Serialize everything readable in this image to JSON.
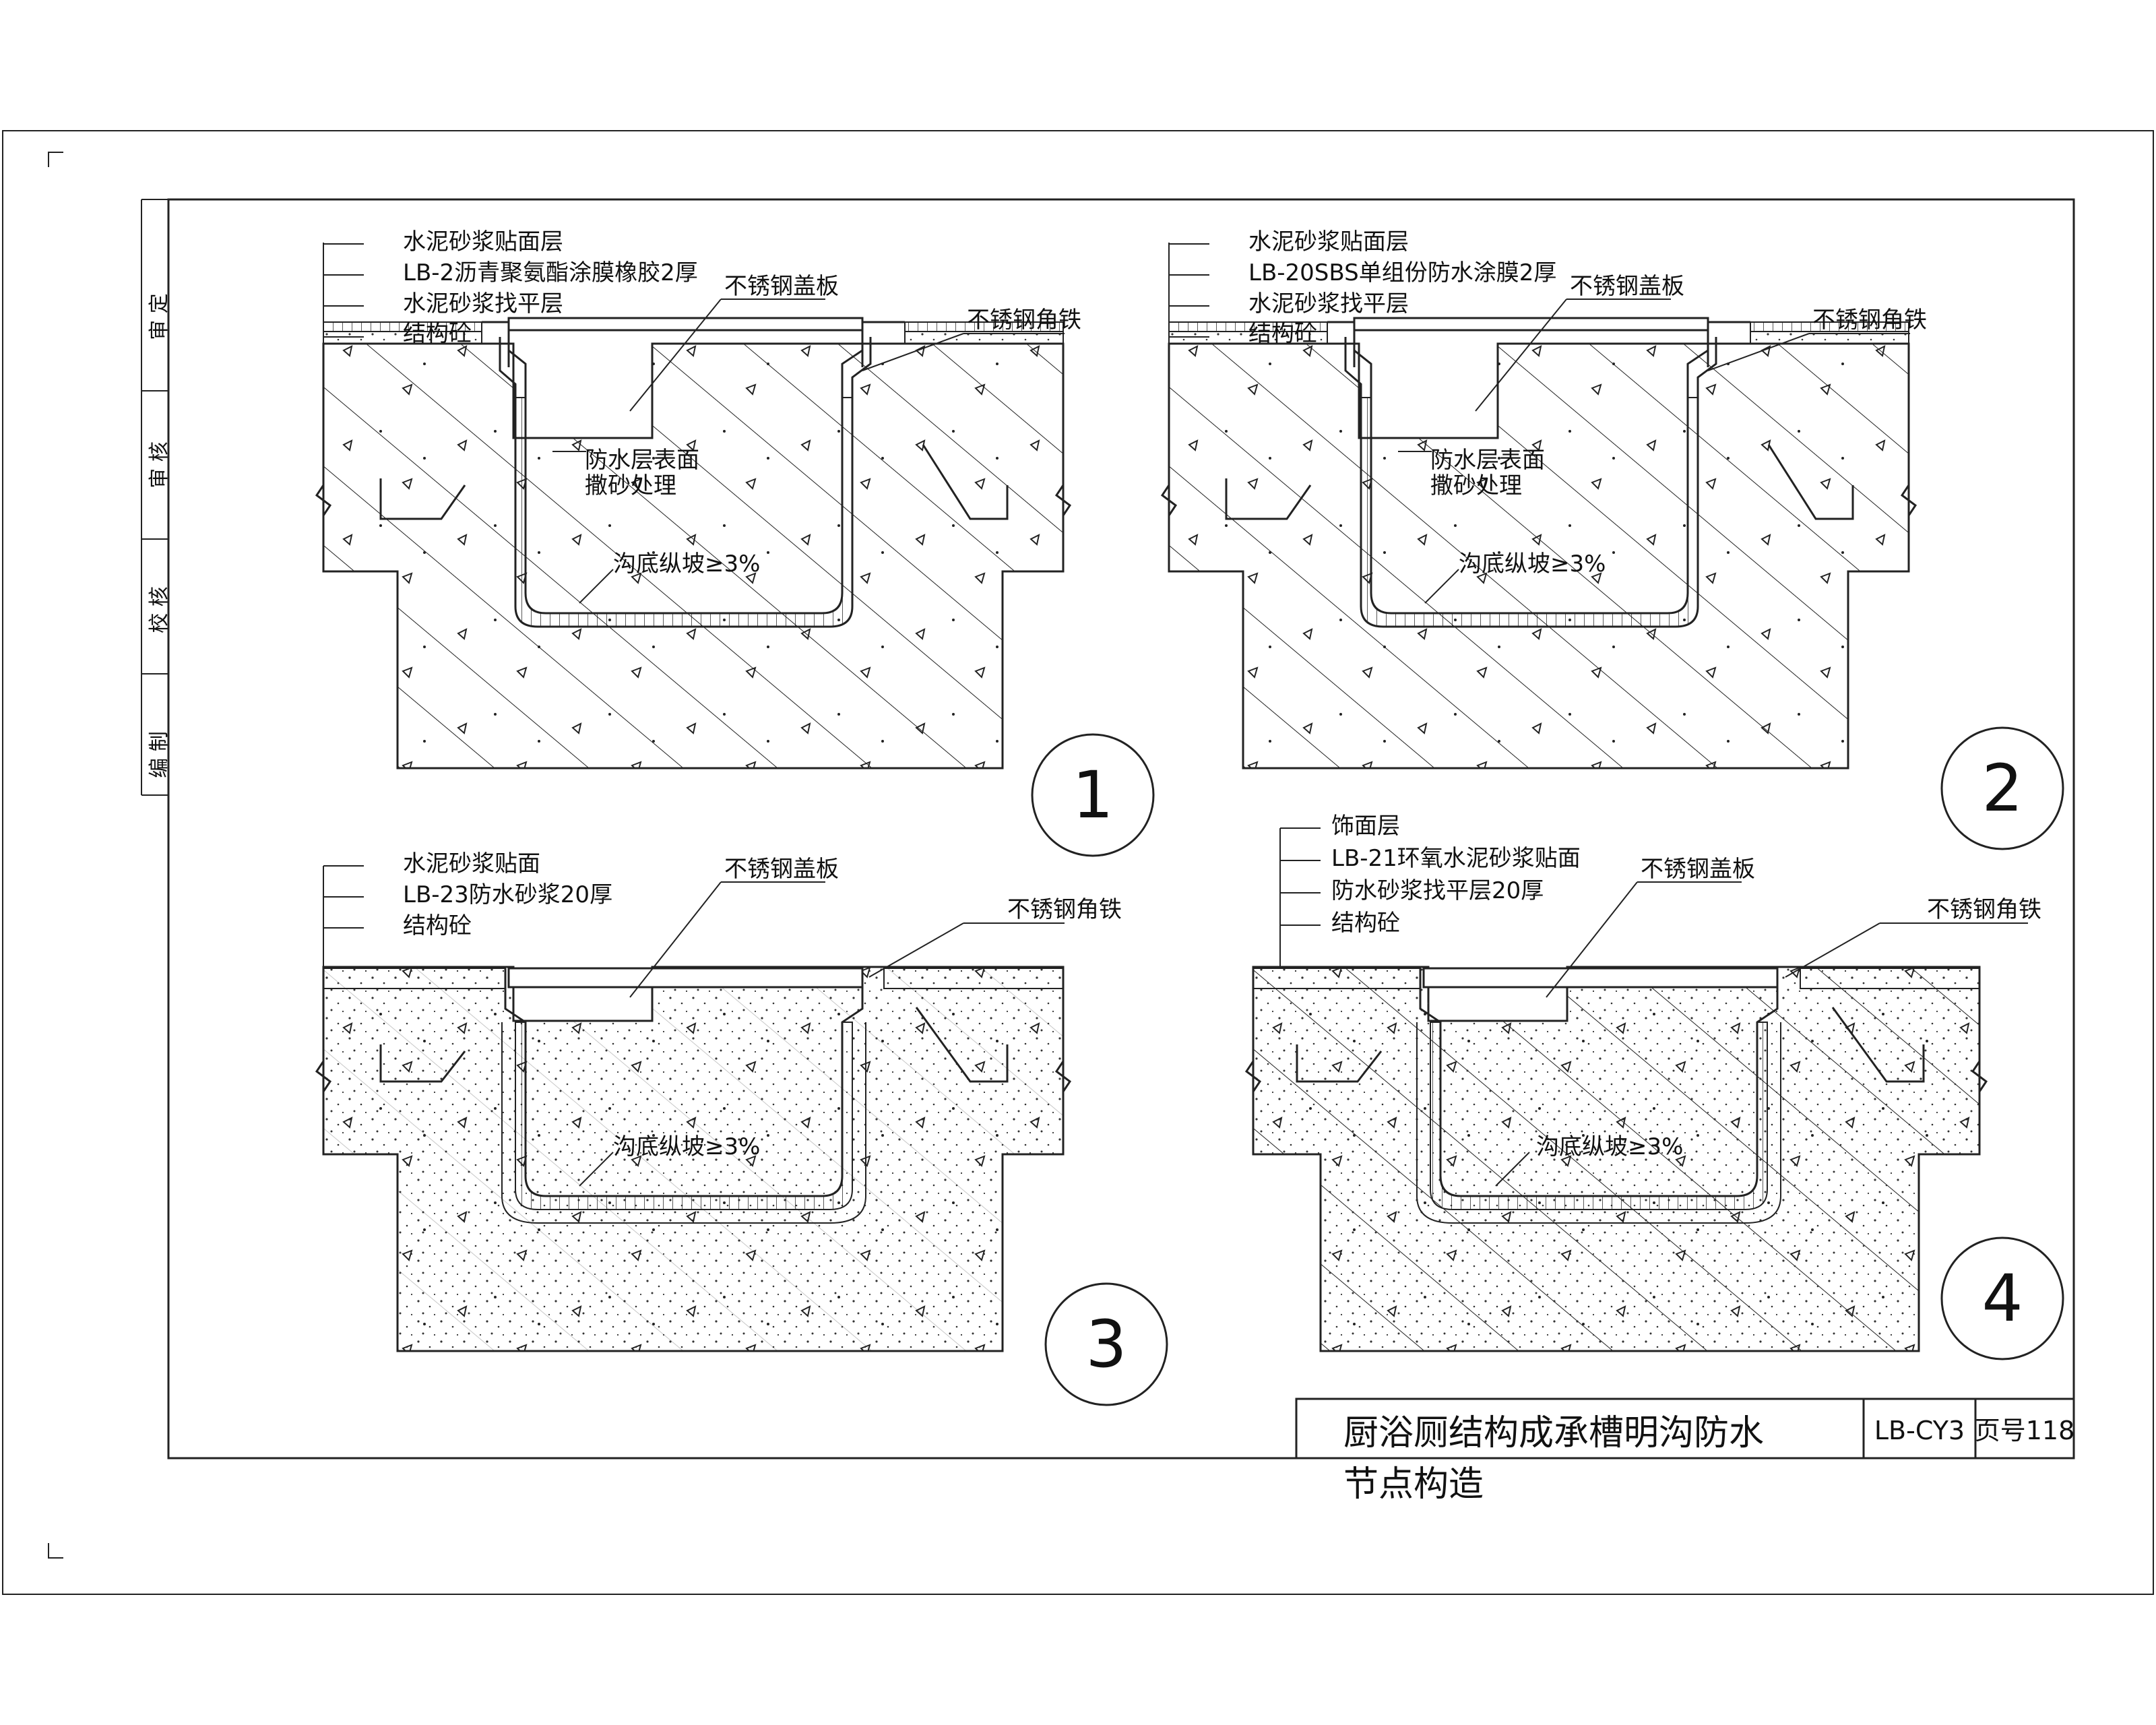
{
  "sidebar": {
    "approve": "审 定",
    "review": "审 核",
    "check": "校 核",
    "draft": "编 制"
  },
  "details": [
    {
      "number": "1",
      "layers": [
        "水泥砂浆贴面层",
        "LB-2沥青聚氨酯涂膜橡胶2厚",
        "水泥砂浆找平层",
        "结构砼"
      ],
      "cover": "不锈钢盖板",
      "angle": "不锈钢角铁",
      "sand": [
        "防水层表面",
        "撒砂处理"
      ],
      "slope": "沟底纵坡≥3%"
    },
    {
      "number": "2",
      "layers": [
        "水泥砂浆贴面层",
        "LB-20SBS单组份防水涂膜2厚",
        "水泥砂浆找平层",
        "结构砼"
      ],
      "cover": "不锈钢盖板",
      "angle": "不锈钢角铁",
      "sand": [
        "防水层表面",
        "撒砂处理"
      ],
      "slope": "沟底纵坡≥3%"
    },
    {
      "number": "3",
      "layers": [
        "水泥砂浆贴面",
        "LB-23防水砂浆20厚",
        "结构砼"
      ],
      "cover": "不锈钢盖板",
      "angle": "不锈钢角铁",
      "slope": "沟底纵坡≥3%"
    },
    {
      "number": "4",
      "layers": [
        "饰面层",
        "LB-21环氧水泥砂浆贴面",
        "防水砂浆找平层20厚",
        "结构砼"
      ],
      "cover": "不锈钢盖板",
      "angle": "不锈钢角铁",
      "slope": "沟底纵坡≥3%"
    }
  ],
  "title_block": {
    "title_line1": "厨浴厕结构成承槽明沟防水",
    "title_line2": "节点构造",
    "code": "LB-CY3",
    "page": "页号118"
  }
}
